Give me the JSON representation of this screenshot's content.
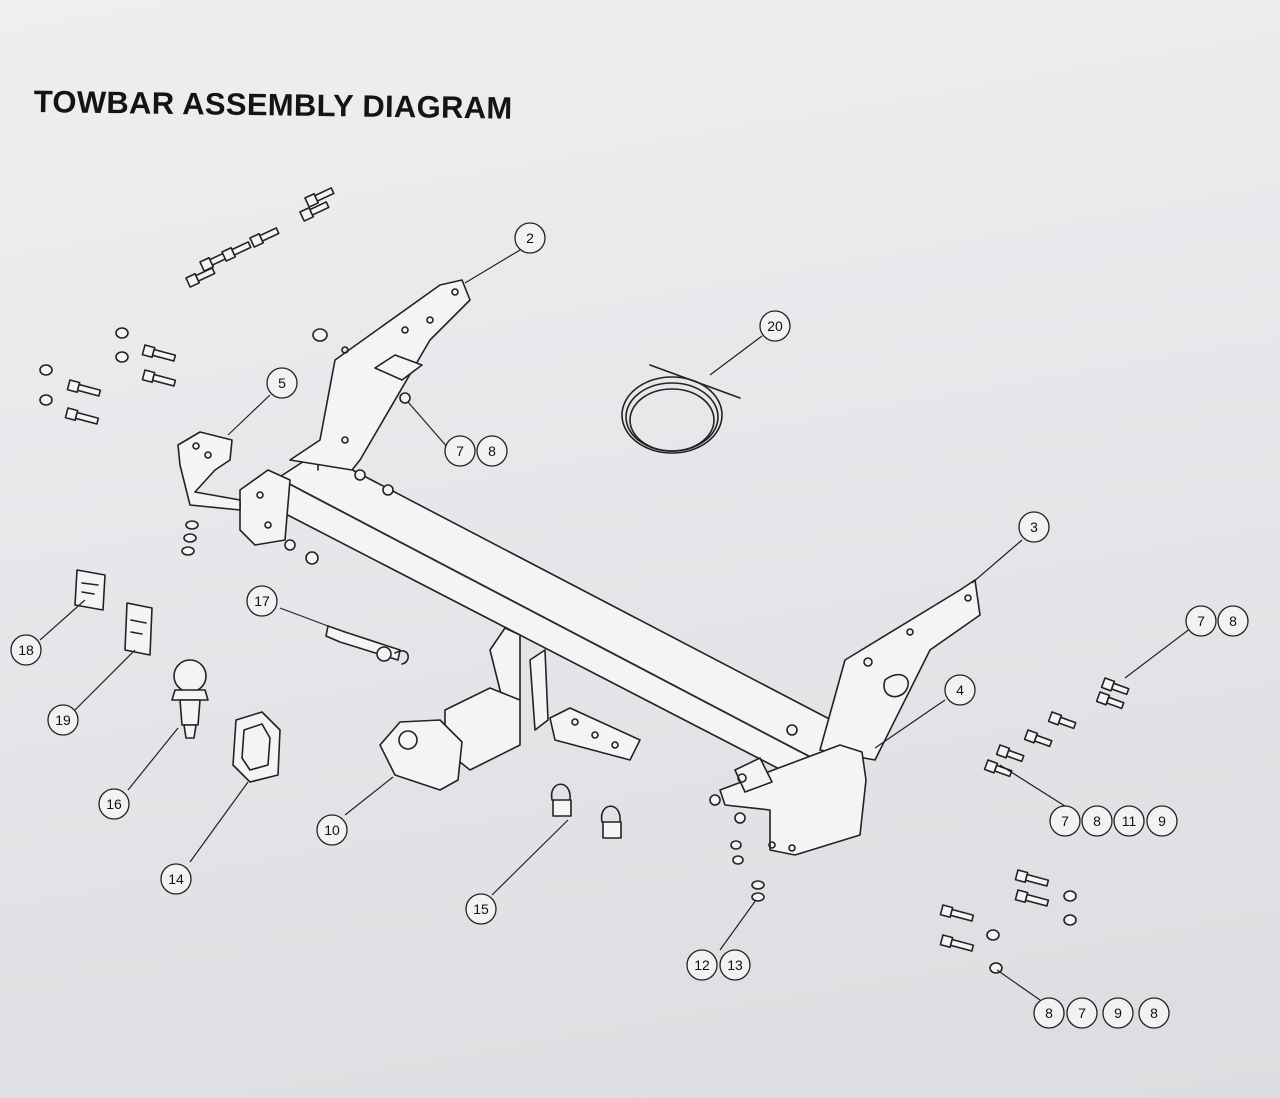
{
  "title": "TOWBAR ASSEMBLY DIAGRAM",
  "callouts": [
    {
      "id": "c2",
      "labels": [
        "2"
      ]
    },
    {
      "id": "c20",
      "labels": [
        "20"
      ]
    },
    {
      "id": "c5",
      "labels": [
        "5"
      ]
    },
    {
      "id": "c78a",
      "labels": [
        "7",
        "8"
      ]
    },
    {
      "id": "c3",
      "labels": [
        "3"
      ]
    },
    {
      "id": "c78b",
      "labels": [
        "7",
        "8"
      ]
    },
    {
      "id": "c17",
      "labels": [
        "17"
      ]
    },
    {
      "id": "c18",
      "labels": [
        "18"
      ]
    },
    {
      "id": "c19",
      "labels": [
        "19"
      ]
    },
    {
      "id": "c4",
      "labels": [
        "4"
      ]
    },
    {
      "id": "c16",
      "labels": [
        "16"
      ]
    },
    {
      "id": "c10",
      "labels": [
        "10"
      ]
    },
    {
      "id": "c14",
      "labels": [
        "14"
      ]
    },
    {
      "id": "c781119",
      "labels": [
        "7",
        "8",
        "11",
        "9"
      ]
    },
    {
      "id": "c15",
      "labels": [
        "15"
      ]
    },
    {
      "id": "c1213",
      "labels": [
        "12",
        "13"
      ]
    },
    {
      "id": "c8798",
      "labels": [
        "8",
        "7",
        "9",
        "8"
      ]
    }
  ],
  "colors": {
    "paper": "#e7e8ea",
    "ink": "#222222"
  }
}
